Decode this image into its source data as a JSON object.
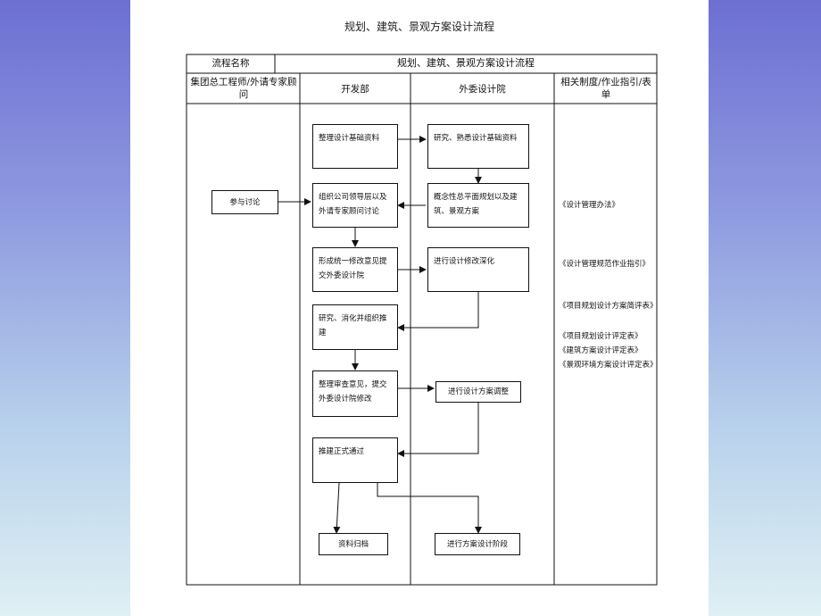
{
  "doc_title": "规划、建筑、景观方案设计流程",
  "table": {
    "name_label": "流程名称",
    "name_value": "规划、建筑、景观方案设计流程",
    "columns": [
      "集团总工程师/外请专家顾问",
      "开发部",
      "外委设计院",
      "相关制度/作业指引/表单"
    ]
  },
  "nodes": {
    "n1": "整理设计基础资料",
    "n2": "研究、熟悉设计基础资料",
    "n3": "概念性总平面规划以及建筑、景观方案",
    "n4": "组织公司领导层以及外请专家顾问讨论",
    "n5": "参与讨论",
    "n6": "形成统一修改意见提交外委设计院",
    "n7": "进行设计修改深化",
    "n8": "研究、消化并组织推建",
    "n9": "整理审查意见，提交外委设计院修改",
    "n10": "进行设计方案调整",
    "n11": "推建正式通过",
    "n12": "资料归档",
    "n13": "进行方案设计阶段"
  },
  "notes": {
    "r1": "《设计管理办法》",
    "r2": "《设计管理规范作业指引》",
    "r3": "《项目规划设计方案简评表》",
    "r4": "《项目规划设计评定表》",
    "r5": "《建筑方案设计评定表》",
    "r6": "《景观环境方案设计评定表》"
  }
}
